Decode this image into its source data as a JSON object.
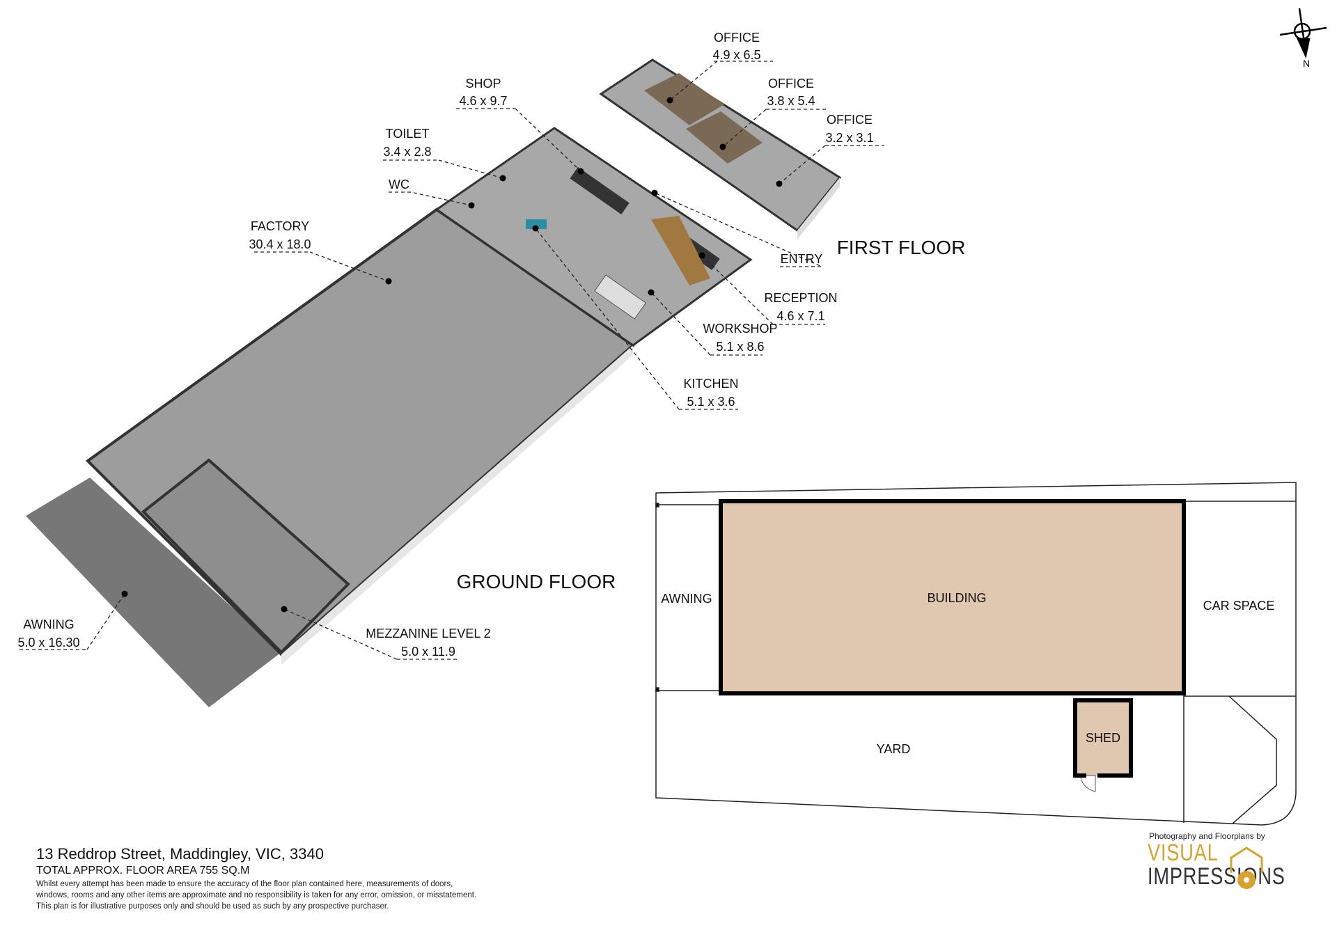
{
  "first_floor": {
    "title": "FIRST FLOOR",
    "rooms": [
      {
        "name": "OFFICE",
        "dims": "4.9 x 6.5"
      },
      {
        "name": "OFFICE",
        "dims": "3.8 x 5.4"
      },
      {
        "name": "OFFICE",
        "dims": "3.2 x 3.1"
      }
    ]
  },
  "ground_floor": {
    "title": "GROUND FLOOR",
    "rooms": [
      {
        "name": "SHOP",
        "dims": "4.6 x 9.7"
      },
      {
        "name": "TOILET",
        "dims": "3.4 x 2.8"
      },
      {
        "name": "WC",
        "dims": ""
      },
      {
        "name": "FACTORY",
        "dims": "30.4 x 18.0"
      },
      {
        "name": "ENTRY",
        "dims": ""
      },
      {
        "name": "RECEPTION",
        "dims": "4.6 x 7.1"
      },
      {
        "name": "WORKSHOP",
        "dims": "5.1 x 8.6"
      },
      {
        "name": "KITCHEN",
        "dims": "5.1 x 3.6"
      },
      {
        "name": "AWNING",
        "dims": "5.0 x 16.30"
      },
      {
        "name": "MEZZANINE LEVEL 2",
        "dims": "5.0 x 11.9"
      }
    ]
  },
  "site_plan": {
    "building": "BUILDING",
    "awning": "AWNING",
    "car_space": "CAR SPACE",
    "yard": "YARD",
    "shed": "SHED",
    "building_color": "#e0c8b0"
  },
  "compass": {
    "label": "N"
  },
  "footer": {
    "address": "13 Reddrop Street, Maddingley, VIC, 3340",
    "area": "TOTAL APPROX. FLOOR AREA 755 SQ.M",
    "disclaimer": [
      "Whilst every attempt has been made to ensure the accuracy of the floor plan contained here, measurements of doors,",
      "windows, rooms and any other items are approximate and no responsibility is taken for any error, omission, or misstatement.",
      "This plan is for illustrative purposes only and should be used as such by any prospective purchaser."
    ]
  },
  "logo": {
    "byline": "Photography and Floorplans by",
    "word1": "VISUAL",
    "word2": "IMPRESSIONS",
    "accent": "#d9a12e"
  }
}
